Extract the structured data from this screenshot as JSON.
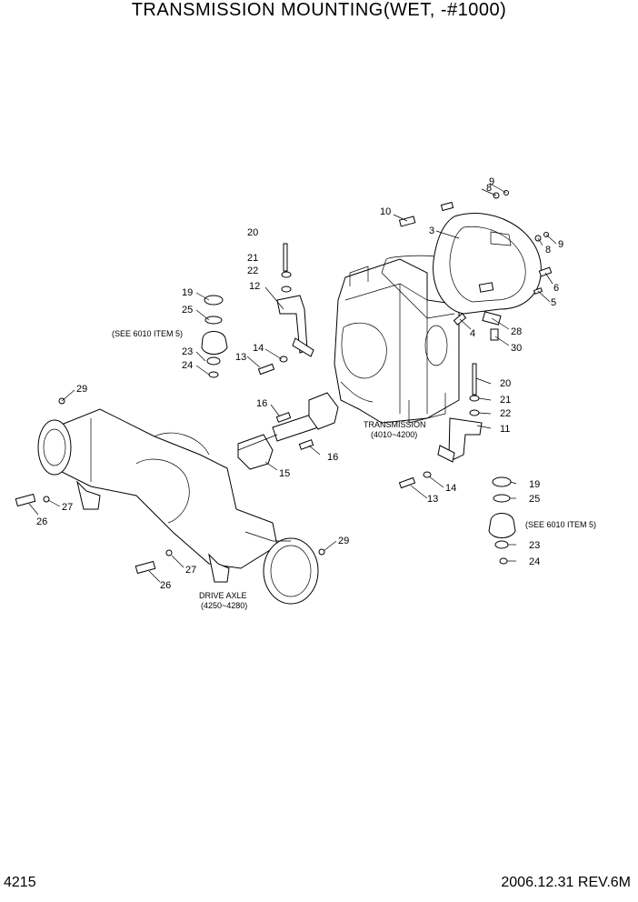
{
  "title": "TRANSMISSION MOUNTING(WET, -#1000)",
  "page_number": "4215",
  "revision": "2006.12.31 REV.6M",
  "callouts": {
    "c3": "3",
    "c4": "4",
    "c5": "5",
    "c6": "6",
    "c8a": "8",
    "c8b": "8",
    "c9a": "9",
    "c9b": "9",
    "c10": "10",
    "c11": "11",
    "c12": "12",
    "c13a": "13",
    "c13b": "13",
    "c14a": "14",
    "c14b": "14",
    "c15": "15",
    "c16a": "16",
    "c16b": "16",
    "c19a": "19",
    "c19b": "19",
    "c20a": "20",
    "c20b": "20",
    "c21a": "21",
    "c21b": "21",
    "c22a": "22",
    "c22b": "22",
    "c23a": "23",
    "c23b": "23",
    "c24a": "24",
    "c24b": "24",
    "c25a": "25",
    "c25b": "25",
    "c26a": "26",
    "c26b": "26",
    "c27a": "27",
    "c27b": "27",
    "c28": "28",
    "c29a": "29",
    "c29b": "29",
    "c30": "30"
  },
  "notes": {
    "see_left": "(SEE 6010 ITEM 5)",
    "see_right": "(SEE 6010 ITEM 5)",
    "transmission_name": "TRANSMISSION",
    "transmission_range": "(4010~4200)",
    "axle_name": "DRIVE AXLE",
    "axle_range": "(4250~4280)"
  }
}
